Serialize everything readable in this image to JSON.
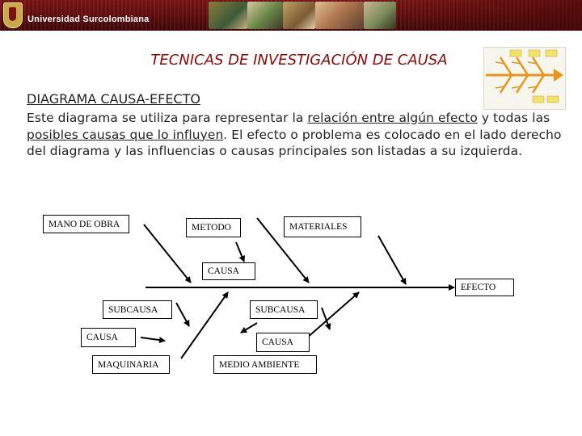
{
  "header": {
    "university_name": "Universidad Surcolombiana"
  },
  "slide": {
    "title": "TECNICAS DE INVESTIGACIÓN DE CAUSA",
    "subtitle": "DIAGRAMA CAUSA-EFECTO",
    "paragraph": {
      "p1": "Este diagrama se utiliza para representar la ",
      "u1": "relación entre algún efecto",
      "p2": " y todas las ",
      "u2": "posibles causas que lo influyen",
      "p3": ". El efecto o problema es colocado en el lado derecho del diagrama y las influencias o causas principales son listadas a su izquierda."
    }
  },
  "diagram": {
    "mano_de_obra": "MANO DE OBRA",
    "metodo": "METODO",
    "materiales": "MATERIALES",
    "causa_top": "CAUSA",
    "efecto": "EFECTO",
    "subcausa_left": "SUBCAUSA",
    "subcausa_right": "SUBCAUSA",
    "causa_left": "CAUSA",
    "causa_right": "CAUSA",
    "maquinaria": "MAQUINARIA",
    "medio_ambiente": "MEDIO AMBIENTE"
  }
}
